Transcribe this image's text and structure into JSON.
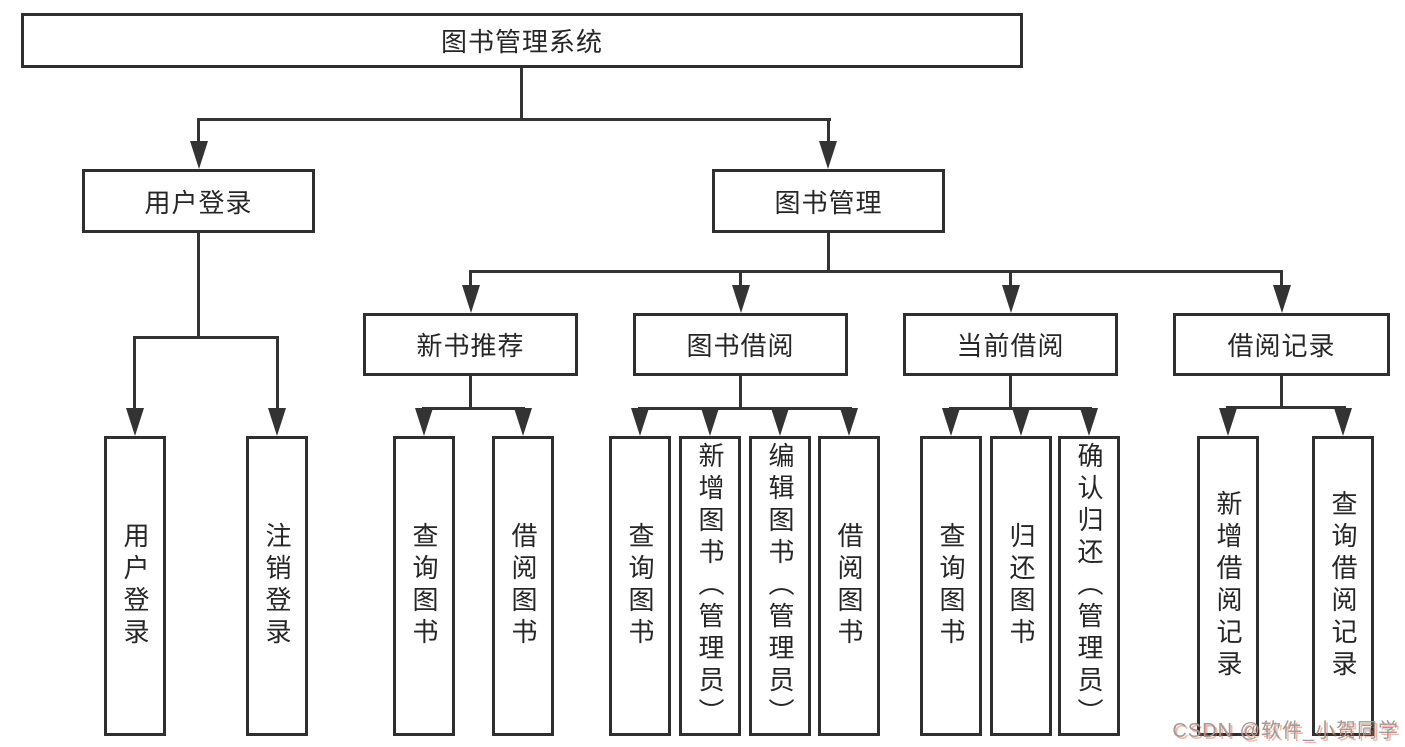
{
  "tree": {
    "label": "图书管理系统",
    "children": [
      {
        "label": "用户登录",
        "children": [
          {
            "label": "用户登录"
          },
          {
            "label": "注销登录"
          }
        ]
      },
      {
        "label": "图书管理",
        "children": [
          {
            "label": "新书推荐",
            "children": [
              {
                "label": "查询图书"
              },
              {
                "label": "借阅图书"
              }
            ]
          },
          {
            "label": "图书借阅",
            "children": [
              {
                "label": "查询图书"
              },
              {
                "label": "新增图书（管理员）"
              },
              {
                "label": "编辑图书（管理员）"
              },
              {
                "label": "借阅图书"
              }
            ]
          },
          {
            "label": "当前借阅",
            "children": [
              {
                "label": "查询图书"
              },
              {
                "label": "归还图书"
              },
              {
                "label": "确认归还（管理员）"
              }
            ]
          },
          {
            "label": "借阅记录",
            "children": [
              {
                "label": "新增借阅记录"
              },
              {
                "label": "查询借阅记录"
              }
            ]
          }
        ]
      }
    ]
  },
  "watermark": {
    "text": "CSDN @软件_小贺同学"
  },
  "colors": {
    "line": "#333333",
    "box_border": "#2f2f2f",
    "text": "#262626",
    "background": "#ffffff",
    "watermark_text": "#9c9c9c",
    "watermark_accent": "#fc5531"
  }
}
